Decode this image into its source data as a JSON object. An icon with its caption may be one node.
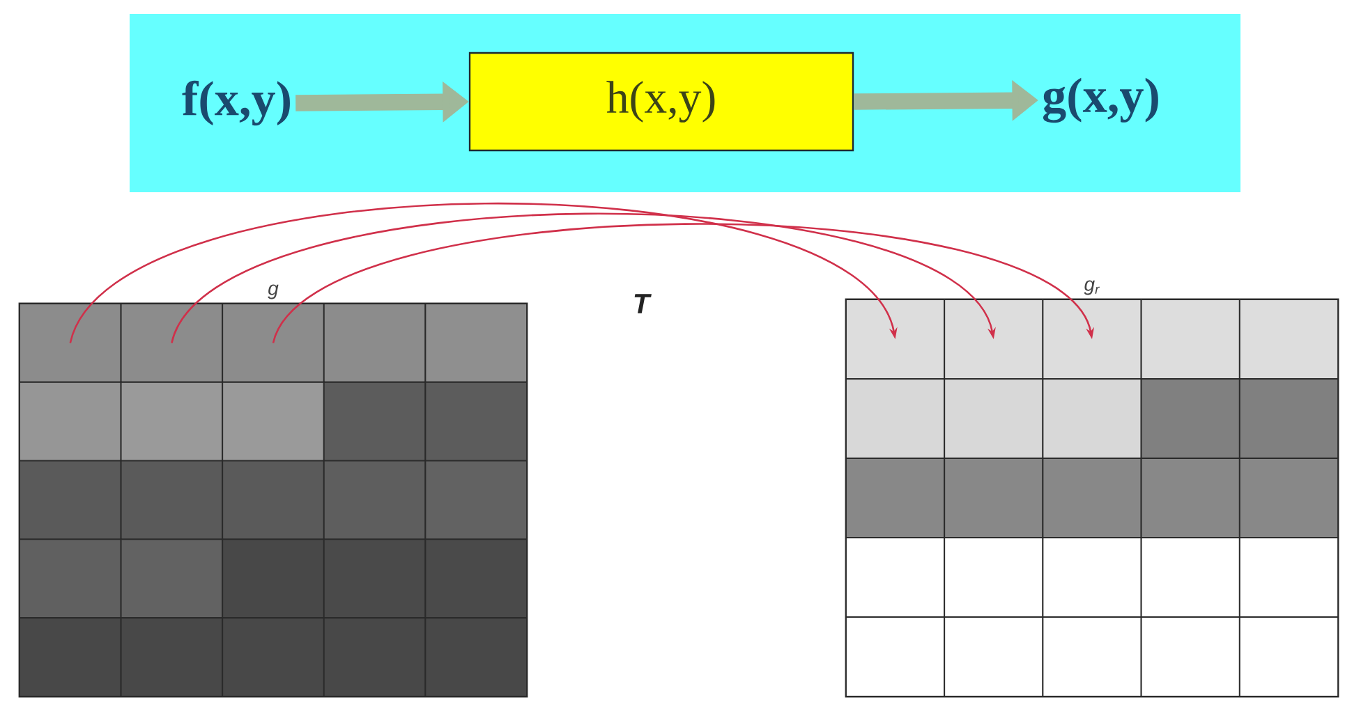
{
  "diagram": {
    "nodes": [
      {
        "text": [],
        "shape": "box"
      },
      {
        "text": [
          "f(x,y)"
        ],
        "in": 0
      },
      {
        "text": [
          "h(x,y)"
        ],
        "in": 0
      },
      {
        "text": [
          "g(x,y)"
        ],
        "in": 0
      },
      {
        "text": [
          "g"
        ]
      },
      {
        "text": [],
        "shape": "box",
        "in": 4
      },
      {
        "text": [],
        "shape": "box",
        "in": 4
      },
      {
        "text": [],
        "shape": "box",
        "in": 4
      },
      {
        "text": [],
        "shape": "box",
        "in": 4
      },
      {
        "text": [],
        "shape": "box",
        "in": 4
      },
      {
        "text": [],
        "shape": "box",
        "in": 4
      },
      {
        "text": [],
        "shape": "box",
        "in": 4
      },
      {
        "text": [],
        "shape": "box",
        "in": 4
      },
      {
        "text": [],
        "shape": "box",
        "in": 4
      },
      {
        "text": [],
        "shape": "box",
        "in": 4
      },
      {
        "text": [],
        "shape": "box",
        "in": 4
      },
      {
        "text": [],
        "shape": "box",
        "in": 4
      },
      {
        "text": [],
        "shape": "box",
        "in": 4
      },
      {
        "text": [],
        "shape": "box",
        "in": 4
      },
      {
        "text": [],
        "shape": "box",
        "in": 4
      },
      {
        "text": [],
        "shape": "box",
        "in": 4
      },
      {
        "text": [],
        "shape": "box",
        "in": 4
      },
      {
        "text": [],
        "shape": "box",
        "in": 4
      },
      {
        "text": [],
        "shape": "box",
        "in": 4
      },
      {
        "text": [],
        "shape": "box",
        "in": 4
      },
      {
        "text": [],
        "shape": "box",
        "in": 4
      },
      {
        "text": [],
        "shape": "box",
        "in": 4
      },
      {
        "text": [],
        "shape": "box",
        "in": 4
      },
      {
        "text": [],
        "shape": "box",
        "in": 4
      },
      {
        "text": [],
        "shape": "box",
        "in": 4
      },
      {
        "text": [
          "g$_{r}$"
        ]
      },
      {
        "text": [],
        "shape": "box",
        "in": 30
      },
      {
        "text": [],
        "shape": "box",
        "in": 30
      },
      {
        "text": [],
        "shape": "box",
        "in": 30
      },
      {
        "text": [],
        "shape": "box",
        "in": 30
      },
      {
        "text": [],
        "shape": "box",
        "in": 30
      },
      {
        "text": [],
        "shape": "box",
        "in": 30
      },
      {
        "text": [],
        "shape": "box",
        "in": 30
      },
      {
        "text": [],
        "shape": "box",
        "in": 30
      },
      {
        "text": [],
        "shape": "box",
        "in": 30
      },
      {
        "text": [],
        "shape": "box",
        "in": 30
      },
      {
        "text": [],
        "shape": "box",
        "in": 30
      },
      {
        "text": [],
        "shape": "box",
        "in": 30
      },
      {
        "text": [],
        "shape": "box",
        "in": 30
      },
      {
        "text": [],
        "shape": "box",
        "in": 30
      },
      {
        "text": [],
        "shape": "box",
        "in": 30
      },
      {
        "text": [],
        "shape": "box",
        "in": 30
      },
      {
        "text": [],
        "shape": "box",
        "in": 30
      },
      {
        "text": [],
        "shape": "box",
        "in": 30
      },
      {
        "text": [],
        "shape": "box",
        "in": 30
      },
      {
        "text": [],
        "shape": "box",
        "in": 30
      },
      {
        "text": [],
        "shape": "box",
        "in": 30
      },
      {
        "text": [],
        "shape": "box",
        "in": 30
      },
      {
        "text": [],
        "shape": "box",
        "in": 30
      },
      {
        "text": [],
        "shape": "box",
        "in": 30
      },
      {
        "text": [],
        "shape": "box",
        "in": 30
      }
    ],
    "edges": [
      {
        "from": 1,
        "to": 2,
        "arrow": "to",
        "style": "thick",
        "color": "#9fb89a"
      },
      {
        "from": 2,
        "to": 3,
        "arrow": "to",
        "style": "thick",
        "color": "#9fb89a"
      },
      {
        "from": 5,
        "to": 31,
        "arrow": "to"
      },
      {
        "from": 6,
        "to": 32,
        "arrow": "to"
      },
      {
        "from": 7,
        "to": 33,
        "arrow": "to"
      }
    ],
    "labels": [
      "T"
    ]
  }
}
